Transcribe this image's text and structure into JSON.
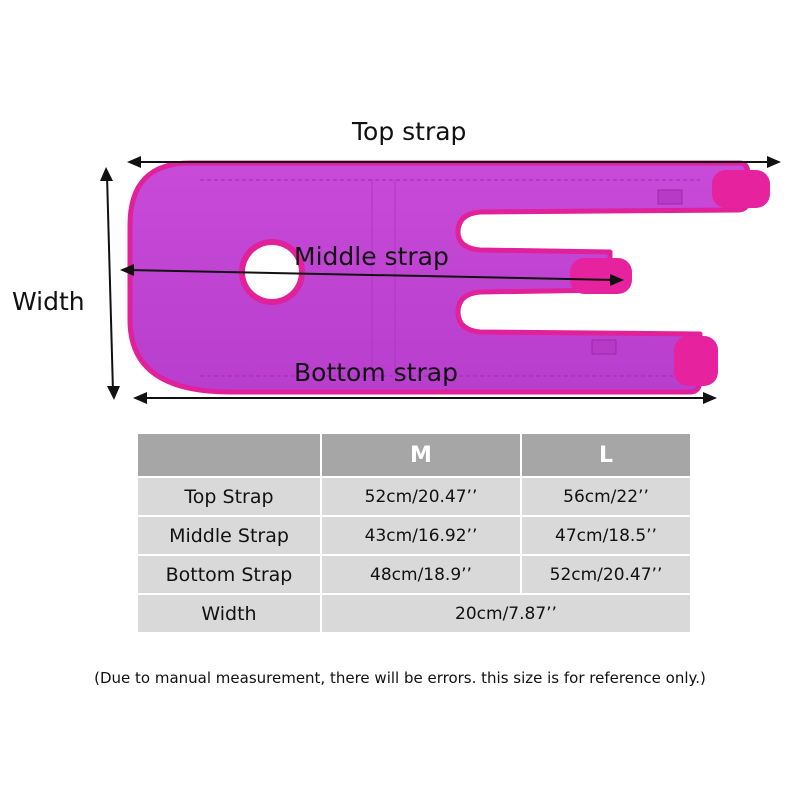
{
  "diagram": {
    "labels": {
      "top": "Top strap",
      "middle": "Middle strap",
      "bottom": "Bottom strap",
      "width": "Width"
    },
    "colors": {
      "pad": "#c143d3",
      "pad_edge": "#e0219a",
      "velcro": "#e6229f",
      "arrow": "#111111"
    }
  },
  "table": {
    "headers": [
      "",
      "M",
      "L"
    ],
    "rows": [
      {
        "label": "Top Strap",
        "m": "52cm/20.47’’",
        "l": "56cm/22’’"
      },
      {
        "label": "Middle Strap",
        "m": "43cm/16.92’’",
        "l": "47cm/18.5’’"
      },
      {
        "label": "Bottom Strap",
        "m": "48cm/18.9’’",
        "l": "52cm/20.47’’"
      },
      {
        "label": "Width",
        "both": "20cm/7.87’’"
      }
    ],
    "colors": {
      "header_bg": "#a6a6a6",
      "row_bg": "#d9d9d9"
    }
  },
  "note": "(Due to manual measurement, there will be errors. this size is for reference only.)"
}
